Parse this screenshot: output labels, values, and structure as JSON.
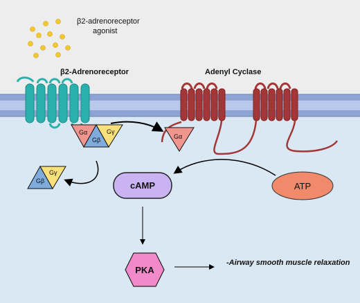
{
  "labels": {
    "agonist_line1": "β2-adrenoreceptor",
    "agonist_line2": "agonist",
    "receptor": "β2-Adrenoreceptor",
    "cyclase": "Adenyl Cyclase",
    "g_alpha": "Gα",
    "g_beta": "Gβ",
    "g_gamma": "Gγ",
    "camp": "cAMP",
    "atp": "ATP",
    "pka": "PKA",
    "effect": "-Airway smooth muscle relaxation"
  },
  "colors": {
    "extracellular": "#ededed",
    "cytoplasm": "#d9e8f3",
    "membrane_outer": "#8ea5d3",
    "membrane_inner": "#b9c9ec",
    "receptor": "#2bb1ad",
    "cyclase": "#a33636",
    "agonist_dot": "#f2c832",
    "g_alpha": "#f0968f",
    "g_beta": "#7fabdd",
    "g_gamma": "#f9e07a",
    "camp": "#c9b3f2",
    "atp": "#f08a6a",
    "pka": "#f28ac9"
  }
}
